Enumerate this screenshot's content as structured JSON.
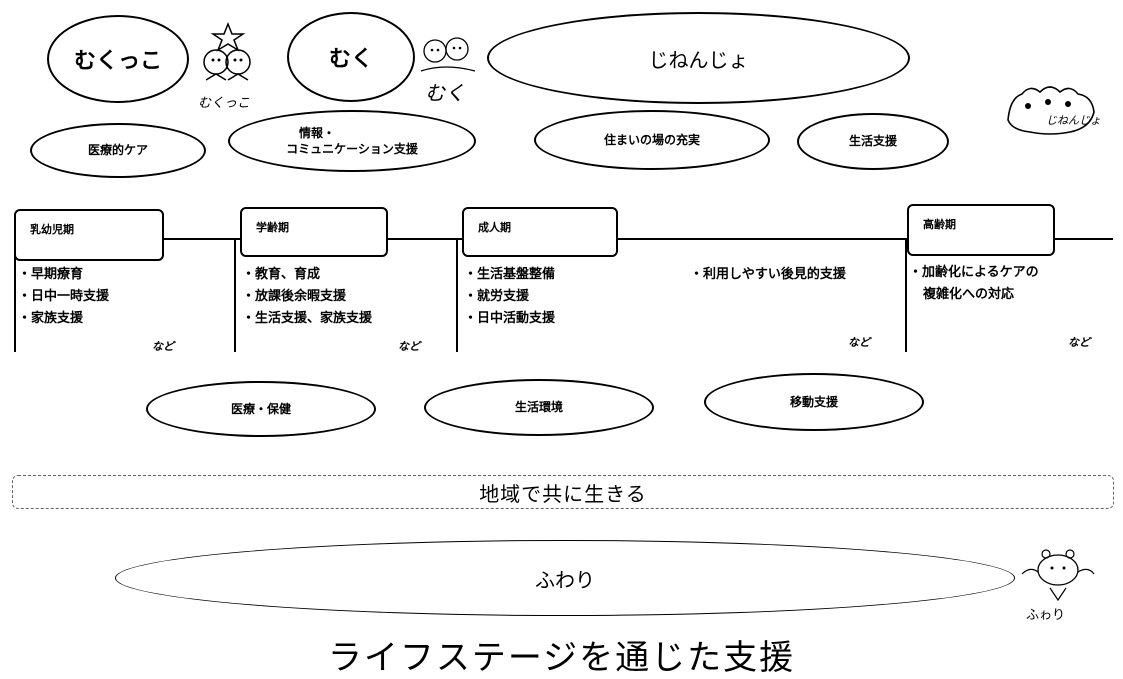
{
  "top_bubbles": {
    "mukukko": "むくっこ",
    "muku": "むく",
    "jinenjo": "じねんじょ"
  },
  "mascots": {
    "mukukko_caption": "むくっこ",
    "muku_caption": "むく",
    "fuwari_caption": "ふゎり"
  },
  "support_bubbles": {
    "medical_care": "医療的ケア",
    "info_comm_line1": "情報・",
    "info_comm_line2": "コミュニケーション支援",
    "housing": "住まいの場の充実",
    "life_support": "生活支援"
  },
  "stages": [
    {
      "title": "乳幼児期",
      "items": [
        "・早期療育",
        "・日中一時支援",
        "・家族支援"
      ],
      "note": "など"
    },
    {
      "title": "学齢期",
      "items": [
        "・教育、育成",
        "・放課後余暇支援",
        "・生活支援、家族支援"
      ],
      "note": "など"
    },
    {
      "title": "成人期",
      "items": [
        "・生活基盤整備",
        "・就労支援",
        "・日中活動支援"
      ],
      "extra": "・利用しやすい後見的支援",
      "note": "など"
    },
    {
      "title": "高齢期",
      "items": [
        "・加齢化によるケアの",
        "複雑化への対応"
      ],
      "note": "など"
    }
  ],
  "bottom_bubbles": {
    "medical_health": "医療・保健",
    "living_env": "生活環境",
    "mobility": "移動支援"
  },
  "banner": "地域で共に生きる",
  "fuwari": "ふわり",
  "footer_title": "ライフステージを通じた支援"
}
